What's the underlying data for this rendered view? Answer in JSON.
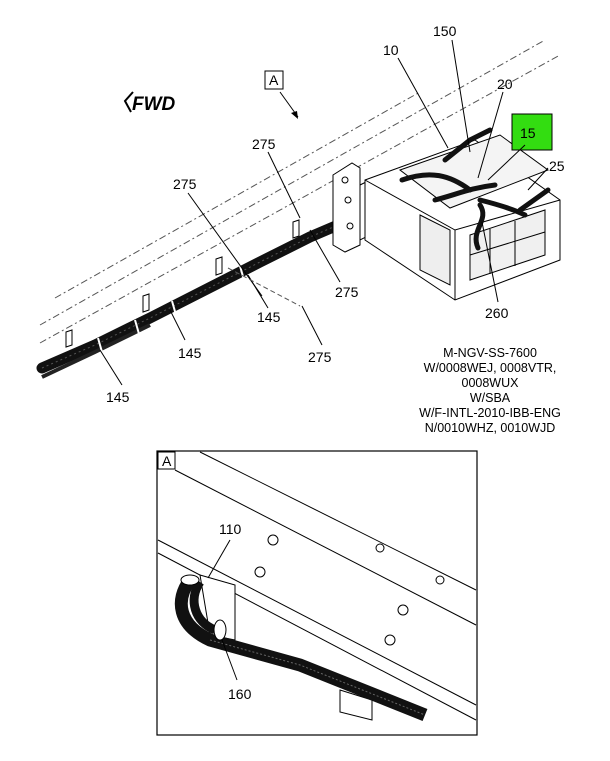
{
  "fwd_label": "FWD",
  "view_marker": "A",
  "detail_label": "A",
  "callouts": {
    "c10": "10",
    "c150": "150",
    "c20": "20",
    "c15": "15",
    "c25": "25",
    "c260": "260",
    "c275_a": "275",
    "c275_b": "275",
    "c275_c": "275",
    "c275_d": "275",
    "c145_a": "145",
    "c145_b": "145",
    "c145_c": "145",
    "c110": "110",
    "c160": "160"
  },
  "note_lines": [
    "M-NGV-SS-7600",
    "W/0008WEJ, 0008VTR,",
    "0008WUX",
    "W/SBA",
    "W/F-INTL-2010-IBB-ENG",
    "N/0010WHZ, 0010WJD"
  ],
  "colors": {
    "highlight_box": "#33dd11",
    "line": "#000000",
    "dash": "#555555"
  }
}
